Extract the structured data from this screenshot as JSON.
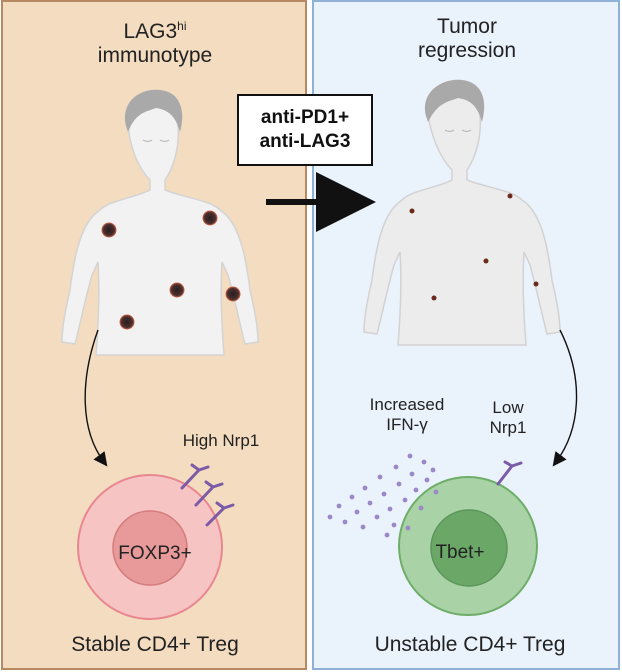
{
  "left": {
    "title_line1": "LAG3",
    "title_sup": "hi",
    "title_line2": "immunotype",
    "receptor_label": "High Nrp1",
    "cell_marker": "FOXP3+",
    "caption": "Stable CD4+ Treg"
  },
  "center": {
    "treatment_line1": "anti-PD1+",
    "treatment_line2": "anti-LAG3"
  },
  "right": {
    "title_line1": "Tumor",
    "title_line2": "regression",
    "cytokine_line1": "Increased",
    "cytokine_line2": "IFN-γ",
    "receptor_line1": "Low",
    "receptor_line2": "Nrp1",
    "cell_marker": "Tbet+",
    "caption": "Unstable CD4+ Treg"
  },
  "colors": {
    "left_panel": "#f3dcc0",
    "right_panel": "#eaf2fc",
    "treg_stable": "#f7c4c4",
    "treg_unstable": "#a9d3a6",
    "receptor": "#7b5aa6",
    "tumor": "#3a2a2a"
  }
}
